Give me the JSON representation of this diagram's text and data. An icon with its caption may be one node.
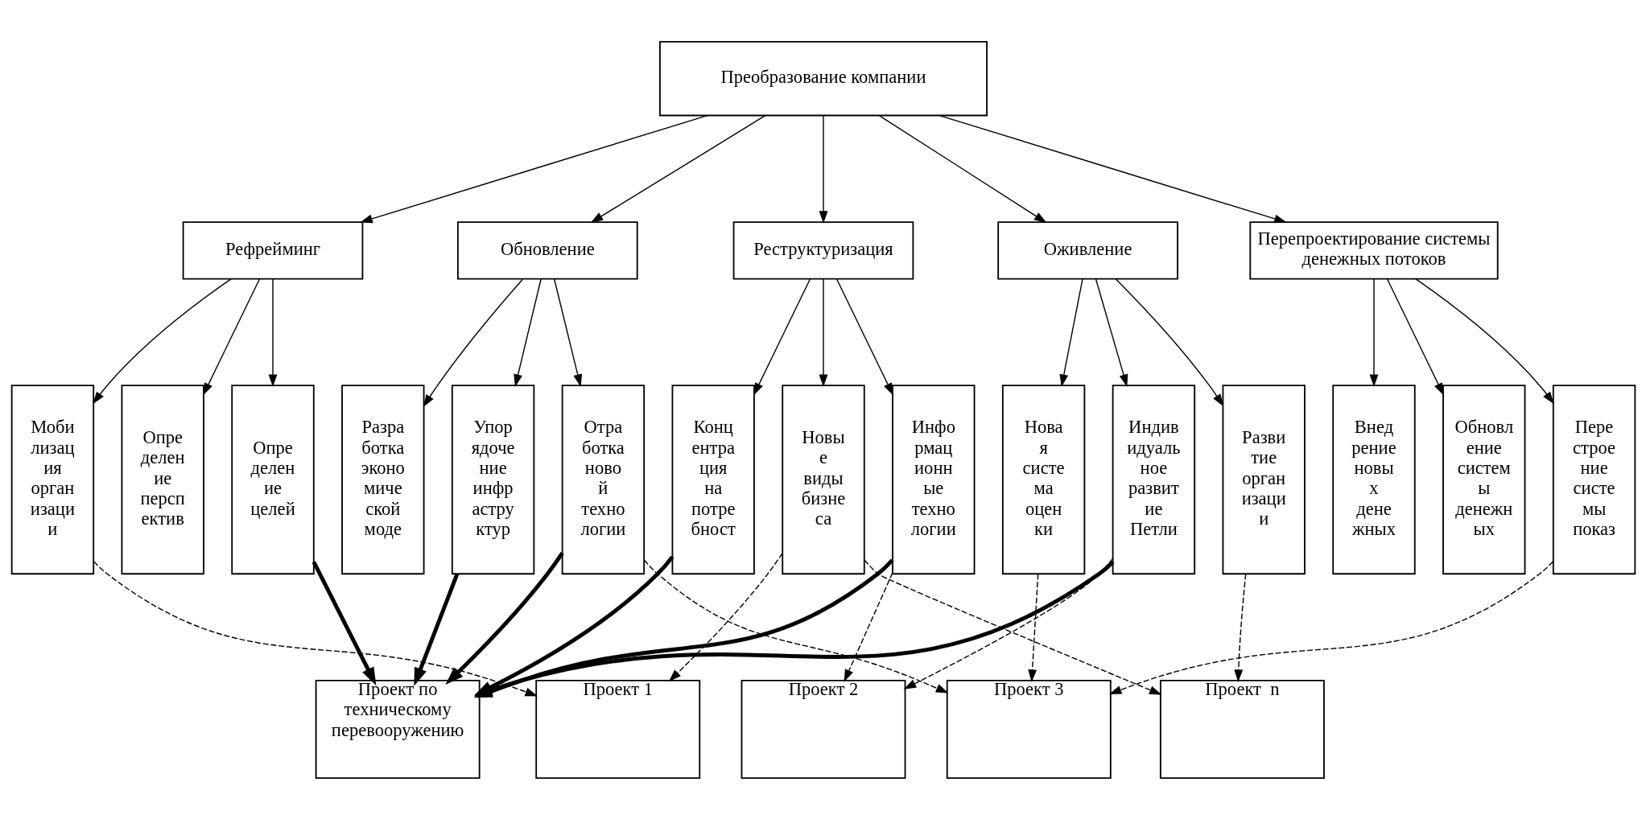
{
  "diagram": {
    "nodes": [
      {
        "text": [
          "Преобразование компании"
        ]
      },
      {
        "text": [
          "Рефрейминг"
        ]
      },
      {
        "text": [
          "Обновление"
        ]
      },
      {
        "text": [
          "Реструктуризация"
        ]
      },
      {
        "text": [
          "Оживление"
        ]
      },
      {
        "text": [
          "Перепроектирование системы денежных потоков"
        ]
      },
      {
        "text": [
          "Моби лизац ия орган изаци и"
        ]
      },
      {
        "text": [
          "Опре делен ие персп ектив"
        ]
      },
      {
        "text": [
          "Опре делен ие целей"
        ]
      },
      {
        "text": [
          "Разра ботка эконо миче ской моде"
        ]
      },
      {
        "text": [
          "Упор ядоче ние инфр астру ктур"
        ]
      },
      {
        "text": [
          "Отра ботка ново й техно логии"
        ]
      },
      {
        "text": [
          "Конц ентра ция на потре бност"
        ]
      },
      {
        "text": [
          "Новы е виды бизне са"
        ]
      },
      {
        "text": [
          "Инфо рмац ионн ые техно логии"
        ]
      },
      {
        "text": [
          "Нова я систе ма оцен ки"
        ]
      },
      {
        "text": [
          "Индив идуаль ное развит ие Петли"
        ]
      },
      {
        "text": [
          "Разви тие орган изаци и"
        ]
      },
      {
        "text": [
          "Внед рение новы х дене жных"
        ]
      },
      {
        "text": [
          "Обновл ение систем ы денежн ых"
        ]
      },
      {
        "text": [
          "Пере строе ние систе мы показ"
        ]
      },
      {
        "text": [
          "Проект по техническому перевооружению"
        ]
      },
      {
        "text": [
          "Проект 1"
        ]
      },
      {
        "text": [
          "Проект 2"
        ]
      },
      {
        "text": [
          "Проект 3"
        ]
      },
      {
        "text": [
          "Проект  n"
        ]
      }
    ],
    "edges": [
      {
        "from": 0,
        "to": 1,
        "arrow": "to"
      },
      {
        "from": 0,
        "to": 2,
        "arrow": "to"
      },
      {
        "from": 0,
        "to": 3,
        "arrow": "to"
      },
      {
        "from": 0,
        "to": 4,
        "arrow": "to"
      },
      {
        "from": 0,
        "to": 5,
        "arrow": "to"
      },
      {
        "from": 1,
        "to": 6,
        "arrow": "to"
      },
      {
        "from": 1,
        "to": 7,
        "arrow": "to"
      },
      {
        "from": 1,
        "to": 8,
        "arrow": "to"
      },
      {
        "from": 2,
        "to": 9,
        "arrow": "to"
      },
      {
        "from": 2,
        "to": 10,
        "arrow": "to"
      },
      {
        "from": 2,
        "to": 11,
        "arrow": "to"
      },
      {
        "from": 3,
        "to": 12,
        "arrow": "to"
      },
      {
        "from": 3,
        "to": 13,
        "arrow": "to"
      },
      {
        "from": 3,
        "to": 14,
        "arrow": "to"
      },
      {
        "from": 4,
        "to": 15,
        "arrow": "to"
      },
      {
        "from": 4,
        "to": 16,
        "arrow": "to"
      },
      {
        "from": 4,
        "to": 17,
        "arrow": "to"
      },
      {
        "from": 5,
        "to": 18,
        "arrow": "to"
      },
      {
        "from": 5,
        "to": 19,
        "arrow": "to"
      },
      {
        "from": 5,
        "to": 20,
        "arrow": "to"
      },
      {
        "from": 8,
        "to": 21,
        "arrow": "to",
        "style": "thick"
      },
      {
        "from": 10,
        "to": 21,
        "arrow": "to",
        "style": "thick"
      },
      {
        "from": 11,
        "to": 21,
        "arrow": "to",
        "style": "thick"
      },
      {
        "from": 12,
        "to": 21,
        "arrow": "to",
        "style": "thick"
      },
      {
        "from": 14,
        "to": 21,
        "arrow": "to",
        "style": "thick"
      },
      {
        "from": 16,
        "to": 21,
        "arrow": "to",
        "style": "thick"
      },
      {
        "from": 6,
        "to": 22,
        "arrow": "to",
        "style": "dashed"
      },
      {
        "from": 13,
        "to": 22,
        "arrow": "to",
        "style": "dashed"
      },
      {
        "from": 14,
        "to": 23,
        "arrow": "to",
        "style": "dashed"
      },
      {
        "from": 16,
        "to": 23,
        "arrow": "to",
        "style": "dashed"
      },
      {
        "from": 11,
        "to": 24,
        "arrow": "to",
        "style": "dashed"
      },
      {
        "from": 15,
        "to": 24,
        "arrow": "to",
        "style": "dashed"
      },
      {
        "from": 20,
        "to": 24,
        "arrow": "to",
        "style": "dashed"
      },
      {
        "from": 13,
        "to": 25,
        "arrow": "to",
        "style": "dashed"
      },
      {
        "from": 17,
        "to": 25,
        "arrow": "to",
        "style": "dashed"
      }
    ]
  }
}
